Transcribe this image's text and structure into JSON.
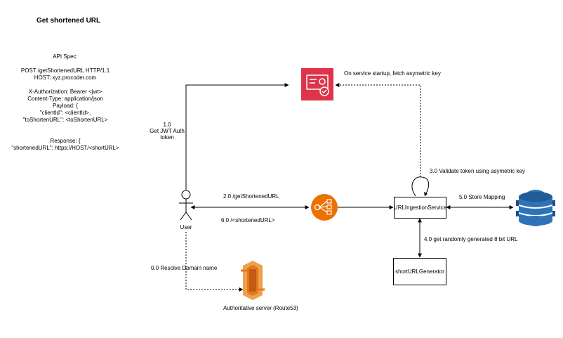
{
  "title": "Get shortened URL",
  "api_spec": {
    "lines": [
      "API Spec:",
      "",
      "POST /getShortenedURL HTTP/1.1",
      "HOST: xyz.procoder.com",
      "",
      "X-Authorization: Bearer <jwt>",
      "Content-Type: application/json",
      "Payload: {",
      "\"clientId\": <clientId>,",
      "\"toShortenURL\": <toShortenURL>",
      "",
      "",
      "Response: {",
      "\"shortenedURL\": https://HOST/<shortURL>"
    ]
  },
  "nodes": {
    "user_label": "User",
    "url_ingestion_service": "URLIngestionService",
    "short_url_generator": "shortURLGenerator",
    "route53_label": "Authoritative server (Route53)"
  },
  "edges": {
    "get_jwt_line1": "1.0",
    "get_jwt_line2": "Get JWT Auth",
    "get_jwt_line3": "token",
    "fetch_key": "On service startup, fetch asymetric key",
    "get_shortened_url": "2.0 /getShortenedURL",
    "response_short_url": "6.0  /<shortenedURL>",
    "validate_token": "3.0 Validate token using asymetric key",
    "store_mapping": "5.0 Store Mapping",
    "get_random_url": "4.0 get randomly generated 8 bit URL",
    "resolve_domain": "0.0 Resolve Domain name"
  },
  "colors": {
    "auth_service": "#dd344c",
    "load_balancer": "#ed7100",
    "route53": "#e07a22",
    "dynamodb": "#2e73b8"
  },
  "icons": {
    "auth_service": "certificate-icon",
    "load_balancer": "load-balancer-icon",
    "route53": "route53-icon",
    "dynamodb": "database-icon",
    "user": "user-icon"
  }
}
